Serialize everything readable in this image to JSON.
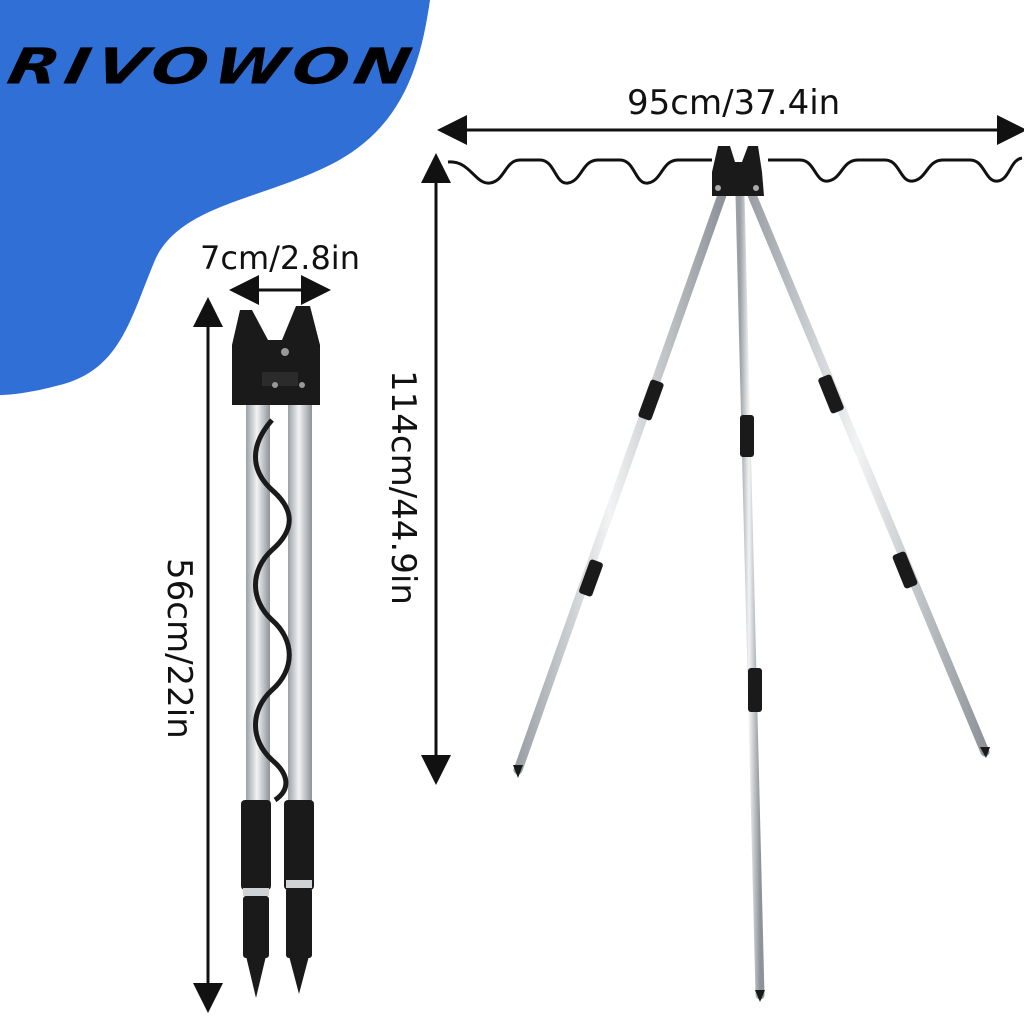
{
  "brand": {
    "name": "RIVOWON"
  },
  "colors": {
    "brand_blob": "#2f6fd6",
    "tube": "#c9cdd2",
    "plastic": "#1a1a1a",
    "text": "#111111"
  },
  "dimensions": {
    "span": "95cm/37.4in",
    "height": "114cm/44.9in",
    "head_width": "7cm/2.8in",
    "folded_length": "56cm/22in"
  }
}
